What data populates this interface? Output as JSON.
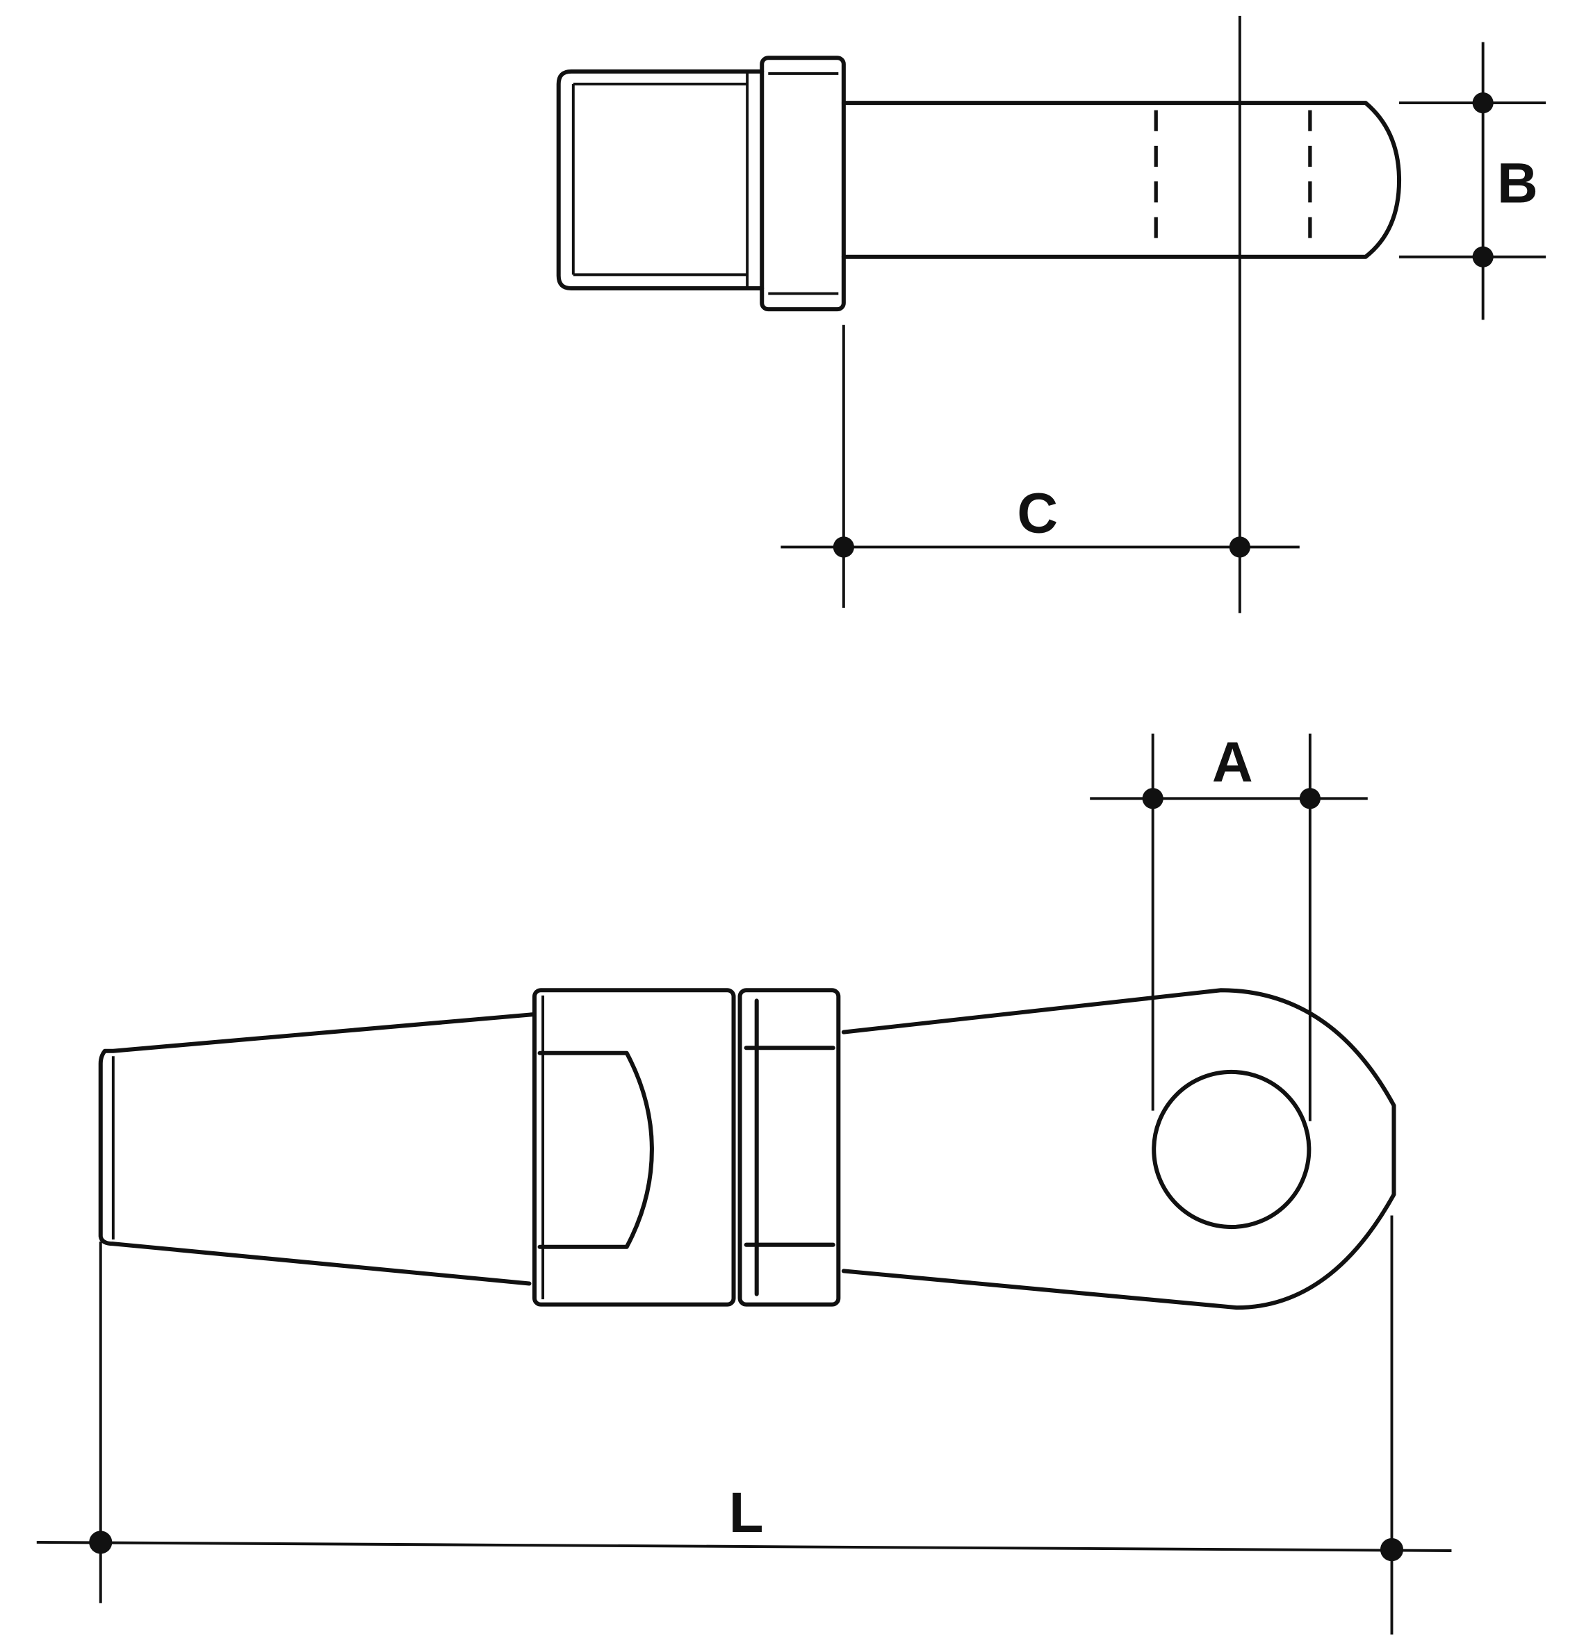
{
  "dimensions": {
    "A": "A",
    "B": "B",
    "C": "C",
    "L": "L"
  },
  "colors": {
    "line": "#111111",
    "background": "#ffffff"
  }
}
